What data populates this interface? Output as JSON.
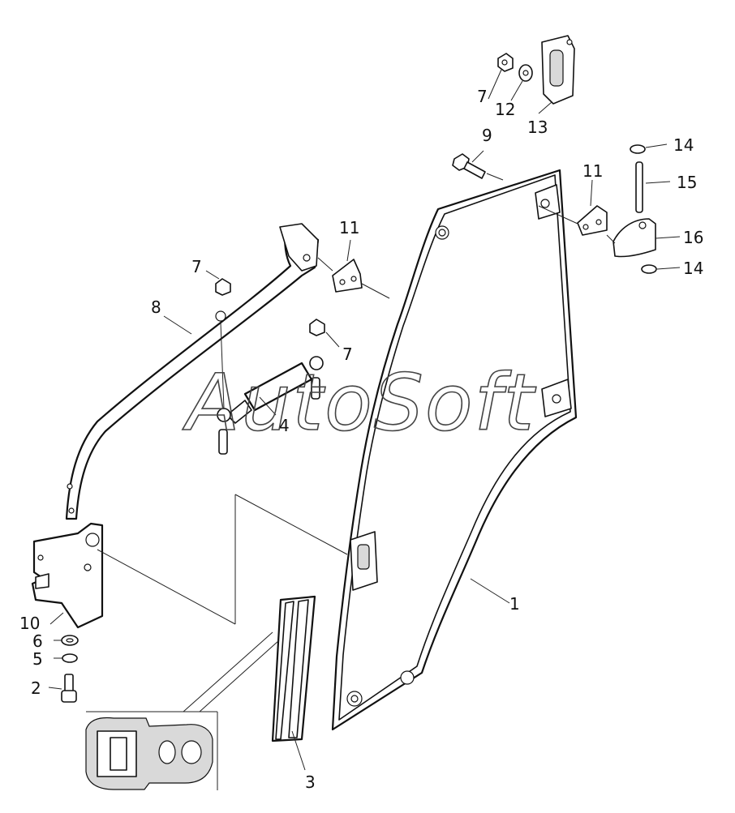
{
  "watermark": "AutoSoft",
  "callouts": {
    "c1": "1",
    "c2": "2",
    "c3": "3",
    "c4": "4",
    "c5": "5",
    "c6": "6",
    "c7a": "7",
    "c7b": "7",
    "c7c": "7",
    "c8": "8",
    "c9": "9",
    "c10": "10",
    "c11a": "11",
    "c11b": "11",
    "c12": "12",
    "c13": "13",
    "c14a": "14",
    "c14b": "14",
    "c15": "15",
    "c16": "16"
  }
}
